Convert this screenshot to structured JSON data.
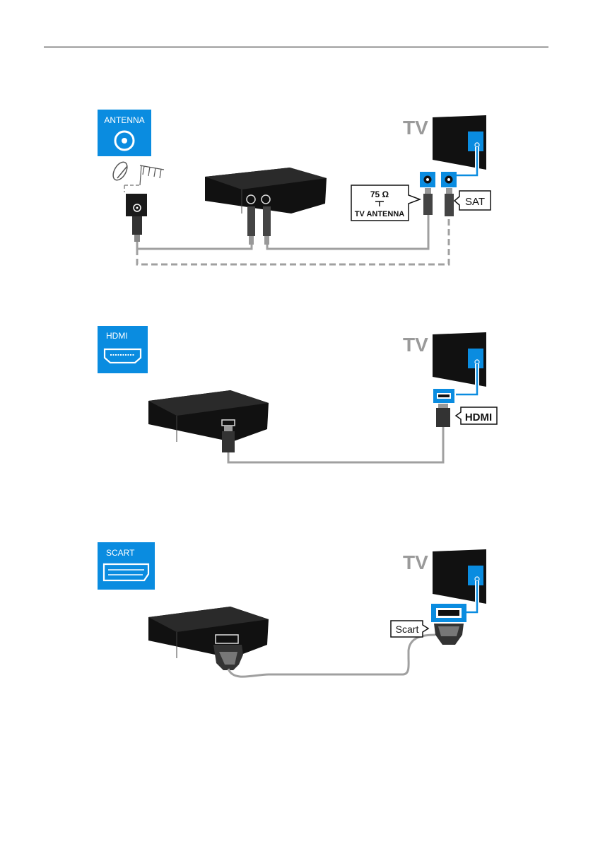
{
  "diagrams": {
    "antenna": {
      "badge_label": "ANTENNA",
      "tv_label": "TV",
      "antenna_callout_line1": "75 Ω",
      "antenna_callout_line2": "TV ANTENNA",
      "sat_callout": "SAT"
    },
    "hdmi": {
      "badge_label": "HDMI",
      "tv_label": "TV",
      "hdmi_callout": "HDMI"
    },
    "scart": {
      "badge_label": "SCART",
      "tv_label": "TV",
      "scart_callout": "Scart"
    }
  },
  "colors": {
    "accent_blue": "#0a8ce0",
    "device_black": "#111111",
    "cable_gray": "#a0a0a0",
    "tv_label_gray": "#9a9a9a"
  }
}
